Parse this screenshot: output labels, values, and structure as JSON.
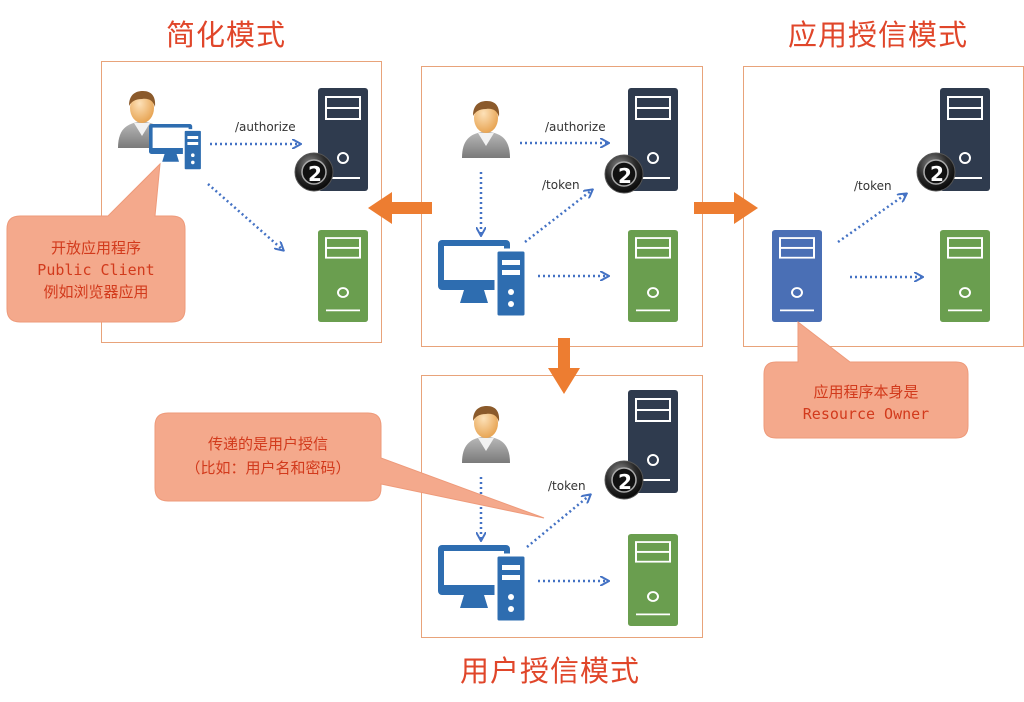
{
  "titles": {
    "implicit": "简化模式",
    "client_credentials": "应用授信模式",
    "password": "用户授信模式"
  },
  "labels": {
    "authorize": "/authorize",
    "token": "/token",
    "oauth_badge": "2"
  },
  "callouts": {
    "public_client": [
      "开放应用程序",
      "Public Client",
      "例如浏览器应用"
    ],
    "resource_owner": [
      "应用程序本身是",
      "Resource Owner"
    ],
    "user_credentials": [
      "传递的是用户授信",
      "（比如：用户名和密码）"
    ]
  },
  "colors": {
    "title": "#e0462a",
    "panel_border": "#e8a37a",
    "arrow": "#ed7d31",
    "callout_fill": "#f4a98c",
    "auth_server": "#2f3b4e",
    "resource_server": "#6a9e4f",
    "client": "#2e6db0",
    "app_server": "#4a6fb5",
    "dotted_line": "#4472c4"
  }
}
